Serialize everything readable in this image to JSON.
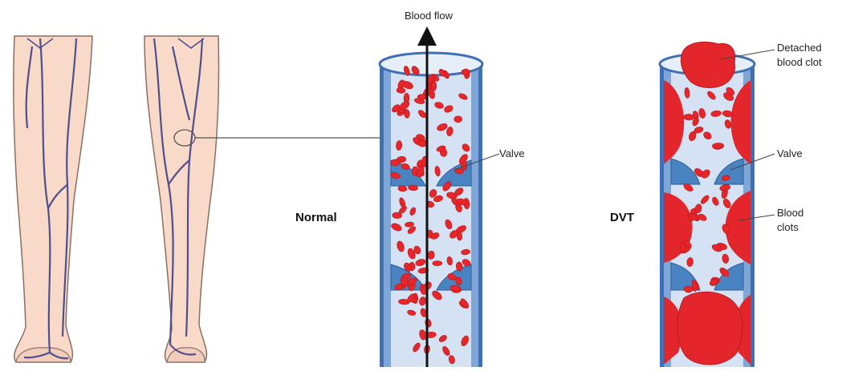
{
  "colors": {
    "skin": "#f9d9c8",
    "skin_outline": "#8a6f66",
    "vein": "#4d4f8f",
    "vessel_wall": "#3f6fb4",
    "vessel_inner": "#d4e2f3",
    "blood_cell": "#e8262a",
    "clot": "#e3262c",
    "valve": "#4a83c2"
  },
  "labels": {
    "blood_flow": "Blood flow",
    "valve_normal": "Valve",
    "normal": "Normal",
    "dvt": "DVT",
    "detached_line1": "Detached",
    "detached_line2": "blood clot",
    "valve_dvt": "Valve",
    "clots_line1": "Blood",
    "clots_line2": "clots"
  }
}
